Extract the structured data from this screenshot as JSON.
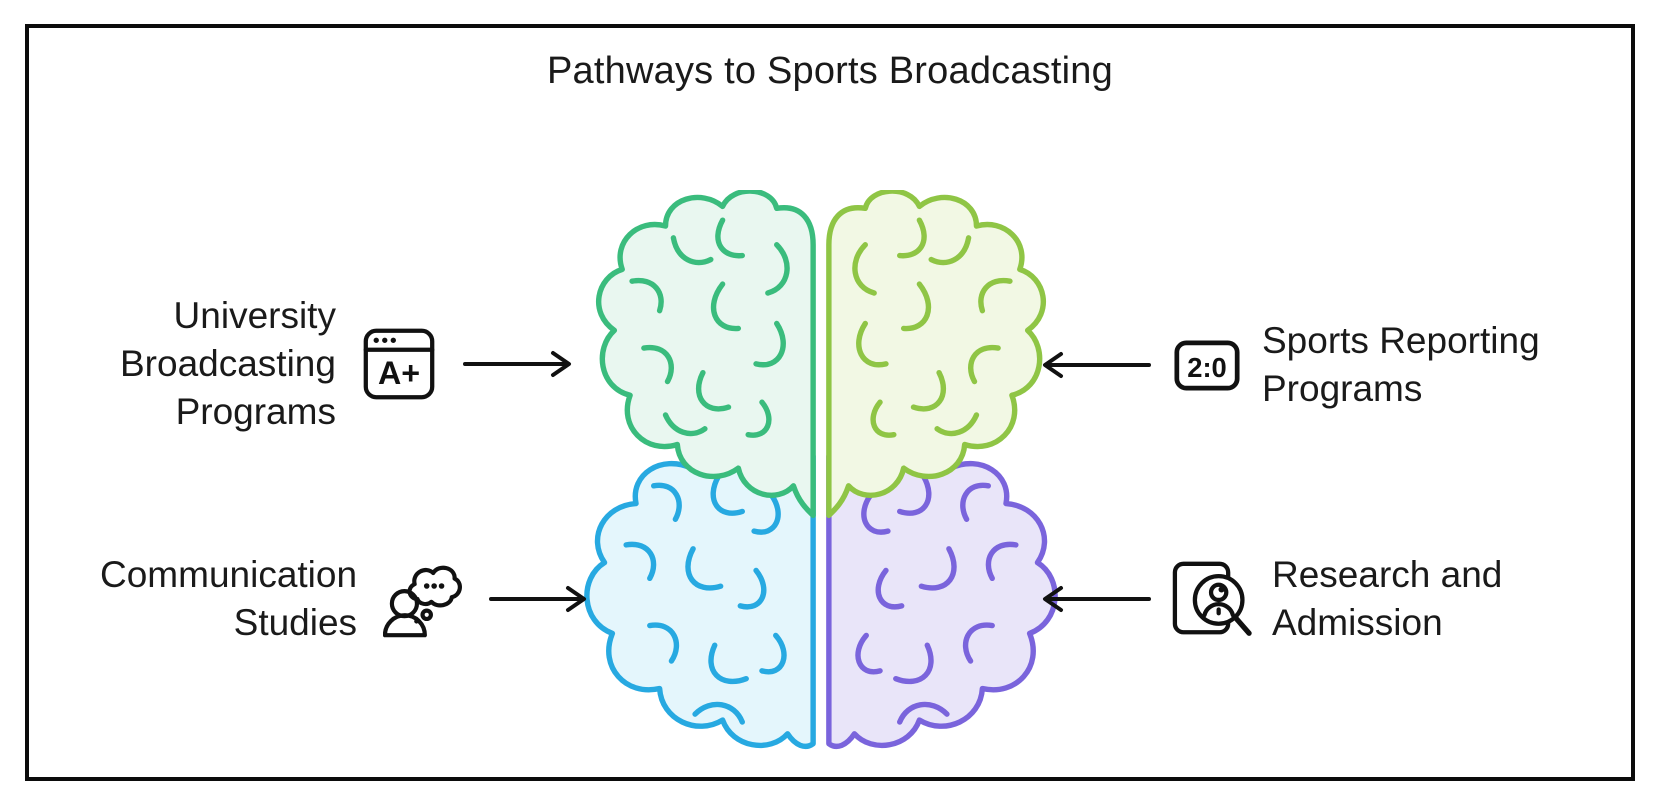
{
  "title": "Pathways to Sports Broadcasting",
  "frame_color": "#0b0b0b",
  "text_color": "#1a1a1a",
  "labels": {
    "top_left": {
      "lines": [
        "University",
        "Broadcasting",
        "Programs"
      ],
      "icon": "browser-grade-icon",
      "icon_text": "A+"
    },
    "top_right": {
      "lines": [
        "Sports Reporting",
        "Programs"
      ],
      "icon": "scoreboard-icon",
      "icon_text": "2:0"
    },
    "bottom_left": {
      "lines": [
        "Communication",
        "Studies"
      ],
      "icon": "person-thought-icon"
    },
    "bottom_right": {
      "lines": [
        "Research and",
        "Admission"
      ],
      "icon": "document-search-person-icon"
    }
  },
  "brain": {
    "quadrants": {
      "top_left": {
        "stroke": "#3abc7d",
        "fill": "#e9f7f0"
      },
      "top_right": {
        "stroke": "#8fc545",
        "fill": "#f2f8e4"
      },
      "bottom_left": {
        "stroke": "#27a9e1",
        "fill": "#e4f6fc"
      },
      "bottom_right": {
        "stroke": "#7a64dc",
        "fill": "#e9e5f9"
      }
    }
  }
}
